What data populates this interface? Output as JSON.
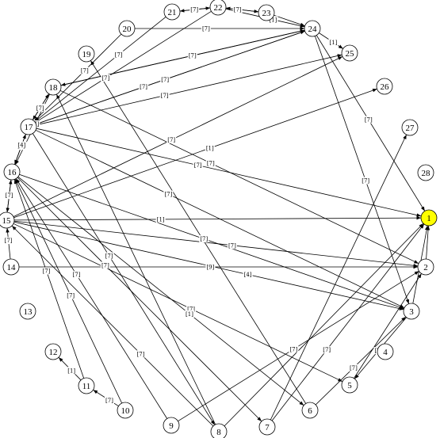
{
  "graph": {
    "highlight_color": "#ffff00",
    "node_color": "#ffffff",
    "edge_color": "#000000",
    "nodes": [
      {
        "id": "1",
        "label": "1",
        "highlight": true
      },
      {
        "id": "2",
        "label": "2"
      },
      {
        "id": "3",
        "label": "3"
      },
      {
        "id": "4",
        "label": "4"
      },
      {
        "id": "5",
        "label": "5"
      },
      {
        "id": "6",
        "label": "6"
      },
      {
        "id": "7",
        "label": "7"
      },
      {
        "id": "8",
        "label": "8"
      },
      {
        "id": "9",
        "label": "9"
      },
      {
        "id": "10",
        "label": "10"
      },
      {
        "id": "11",
        "label": "11"
      },
      {
        "id": "12",
        "label": "12"
      },
      {
        "id": "13",
        "label": "13"
      },
      {
        "id": "14",
        "label": "14"
      },
      {
        "id": "15",
        "label": "15"
      },
      {
        "id": "16",
        "label": "16"
      },
      {
        "id": "17",
        "label": "17"
      },
      {
        "id": "18",
        "label": "18"
      },
      {
        "id": "19",
        "label": "19"
      },
      {
        "id": "20",
        "label": "20"
      },
      {
        "id": "21",
        "label": "21"
      },
      {
        "id": "22",
        "label": "22"
      },
      {
        "id": "23",
        "label": "23"
      },
      {
        "id": "24",
        "label": "24"
      },
      {
        "id": "25",
        "label": "25"
      },
      {
        "id": "26",
        "label": "26"
      },
      {
        "id": "27",
        "label": "27"
      },
      {
        "id": "28",
        "label": "28"
      }
    ],
    "edges": [
      {
        "from": "15",
        "to": "1",
        "label": "[1]"
      },
      {
        "from": "17",
        "to": "1",
        "label": "[7]"
      },
      {
        "from": "14",
        "to": "2",
        "label": "[9]"
      },
      {
        "from": "15",
        "to": "2",
        "label": "[7]"
      },
      {
        "from": "15",
        "to": "3",
        "label": "[4]"
      },
      {
        "from": "17",
        "to": "3",
        "label": "[7]"
      },
      {
        "from": "18",
        "to": "2",
        "label": "[7]"
      },
      {
        "from": "16",
        "to": "3",
        "label": "[7]"
      },
      {
        "from": "15",
        "to": "5",
        "label": "[7]"
      },
      {
        "from": "16",
        "to": "6",
        "label": "[1]"
      },
      {
        "from": "16",
        "to": "7",
        "label": "[7]"
      },
      {
        "from": "17",
        "to": "8",
        "label": "[7]"
      },
      {
        "from": "24",
        "to": "1",
        "label": "[7]"
      },
      {
        "from": "24",
        "to": "3",
        "label": "[7]"
      },
      {
        "from": "24",
        "to": "25",
        "label": "[1]"
      },
      {
        "from": "22",
        "to": "23",
        "label": "[7]"
      },
      {
        "from": "23",
        "to": "22",
        "label": ""
      },
      {
        "from": "21",
        "to": "22",
        "label": "[7]"
      },
      {
        "from": "22",
        "to": "21",
        "label": ""
      },
      {
        "from": "22",
        "to": "24",
        "label": "[1]"
      },
      {
        "from": "23",
        "to": "24",
        "label": ""
      },
      {
        "from": "20",
        "to": "24",
        "label": "[7]"
      },
      {
        "from": "17",
        "to": "24",
        "label": "[7]"
      },
      {
        "from": "18",
        "to": "24",
        "label": "[7]"
      },
      {
        "from": "24",
        "to": "17",
        "label": "[7]"
      },
      {
        "from": "24",
        "to": "18",
        "label": ""
      },
      {
        "from": "17",
        "to": "25",
        "label": "[7]"
      },
      {
        "from": "15",
        "to": "25",
        "label": "[7]"
      },
      {
        "from": "15",
        "to": "26",
        "label": "[1]"
      },
      {
        "from": "22",
        "to": "17",
        "label": "[7]"
      },
      {
        "from": "21",
        "to": "17",
        "label": "[7]"
      },
      {
        "from": "20",
        "to": "17",
        "label": "[7]"
      },
      {
        "from": "17",
        "to": "18",
        "label": "[7]"
      },
      {
        "from": "18",
        "to": "17",
        "label": "[7]"
      },
      {
        "from": "16",
        "to": "17",
        "label": "[7]"
      },
      {
        "from": "17",
        "to": "16",
        "label": "[4]"
      },
      {
        "from": "18",
        "to": "16",
        "label": "[7]"
      },
      {
        "from": "16",
        "to": "15",
        "label": "[7]"
      },
      {
        "from": "15",
        "to": "16",
        "label": ""
      },
      {
        "from": "14",
        "to": "15",
        "label": "[7]"
      },
      {
        "from": "10",
        "to": "11",
        "label": "[7]"
      },
      {
        "from": "11",
        "to": "12",
        "label": "[1]"
      },
      {
        "from": "10",
        "to": "16",
        "label": "[7]"
      },
      {
        "from": "11",
        "to": "16",
        "label": "[7]"
      },
      {
        "from": "9",
        "to": "16",
        "label": "[7]"
      },
      {
        "from": "8",
        "to": "15",
        "label": "[7]"
      },
      {
        "from": "8",
        "to": "18",
        "label": ""
      },
      {
        "from": "9",
        "to": "2",
        "label": "[7]"
      },
      {
        "from": "8",
        "to": "1",
        "label": ""
      },
      {
        "from": "7",
        "to": "27",
        "label": ""
      },
      {
        "from": "7",
        "to": "1",
        "label": "[7]"
      },
      {
        "from": "6",
        "to": "3",
        "label": "[7]"
      },
      {
        "from": "5",
        "to": "2",
        "label": ""
      },
      {
        "from": "3",
        "to": "5",
        "label": "[7]"
      },
      {
        "from": "2",
        "to": "1",
        "label": ""
      },
      {
        "from": "3",
        "to": "1",
        "label": ""
      },
      {
        "from": "6",
        "to": "19",
        "label": ""
      }
    ]
  }
}
